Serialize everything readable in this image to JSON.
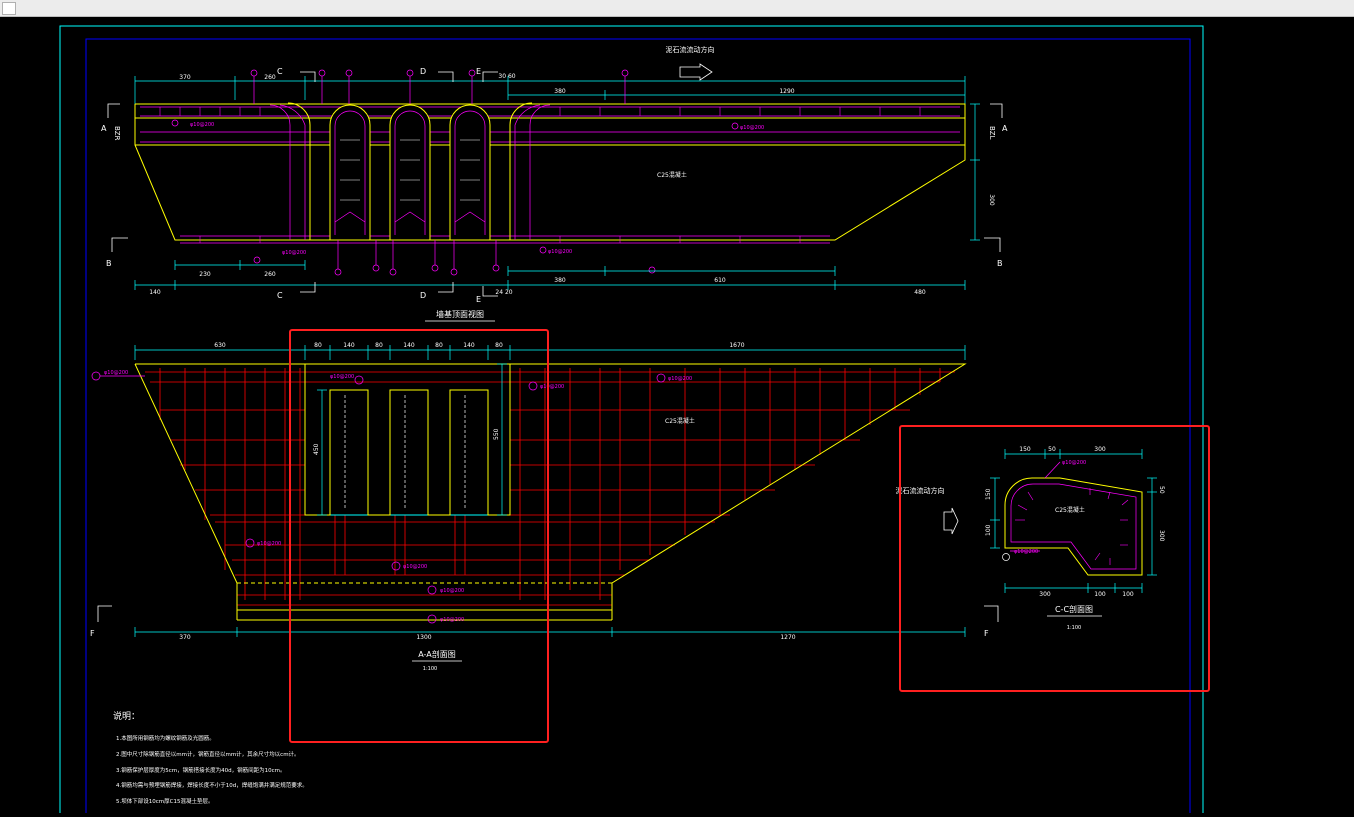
{
  "colors": {
    "background": "#000000",
    "frame": "#00ffff",
    "inner_frame": "#0000ff",
    "outline": "#ffff00",
    "rebar": "#ff0000",
    "label": "#ff00ff",
    "dimension": "#00ffff",
    "text": "#ffffff",
    "highlight": "#ff2020"
  },
  "plan": {
    "flow_label": "泥石流流动方向",
    "title": "墙基顶面视图",
    "scale": "",
    "material": "C25混凝土",
    "dims_top_left": [
      "370",
      "260"
    ],
    "dims_top_mid": "30 60",
    "dims_top_right": [
      "380",
      "1290"
    ],
    "dims_bottom": [
      "230",
      "260",
      "380",
      "610"
    ],
    "dims_overall": [
      "140",
      "24 20",
      "480"
    ],
    "right_height": "300",
    "left_thk": "BZR",
    "right_thk": "BZL",
    "section_marks": {
      "a": "A",
      "b": "B",
      "c": "C",
      "d": "D",
      "e": "E",
      "f": "F"
    },
    "rebar_tag": "φ10@200"
  },
  "elevation": {
    "title": "A-A剖面图",
    "scale": "1:100",
    "material": "C25混凝土",
    "dims_top": [
      "630",
      "80",
      "140",
      "80",
      "140",
      "80",
      "140",
      "80",
      "1670"
    ],
    "dims_bottom": [
      "370",
      "1300",
      "1270"
    ],
    "height_left": "450",
    "height_right": "550",
    "rebar_tag": "φ10@200"
  },
  "section_cc": {
    "title": "C-C剖面图",
    "scale": "1:100",
    "flow_label": "泥石流流动方向",
    "material": "C25混凝土",
    "dims_top": [
      "150",
      "50",
      "300"
    ],
    "dims_bottom": [
      "300",
      "100",
      "100"
    ],
    "dims_left": [
      "150",
      "100"
    ],
    "dims_right": [
      "50",
      "300"
    ],
    "rebar_tag": "φ10@200"
  },
  "notes": {
    "heading": "说明：",
    "items": [
      "1.本图所用钢筋均为螺纹钢筋及光圆筋。",
      "2.图中尺寸除钢筋直径以mm计，钢筋直径以mm计，其余尺寸均以cm计。",
      "3.钢筋保护层厚度为5cm，钢筋搭接长度为40d，钢筋间距为10cm。",
      "4.钢筋均需与预埋钢筋焊接，焊接长度不小于10d，焊缝饱满并满足规范要求。",
      "5.坝体下部设10cm厚C15混凝土垫层。"
    ]
  }
}
